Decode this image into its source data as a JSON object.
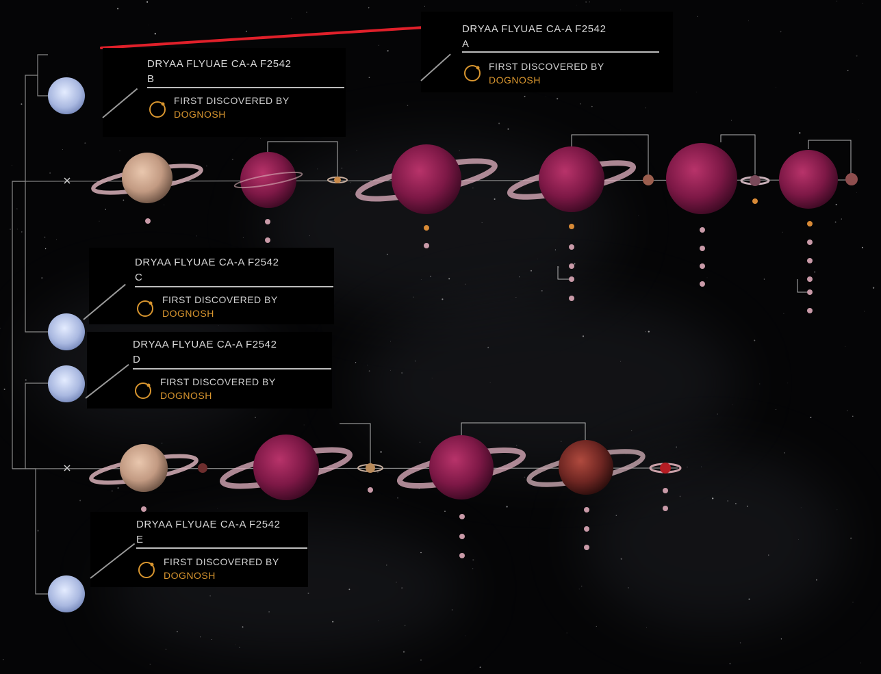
{
  "colors": {
    "background": "#050506",
    "star": "#b9c6e8",
    "label_text": "#d9d9d9",
    "commander": "#d9962f",
    "annotation_line": "#e0202a",
    "tree_line": "#8a8a8a",
    "gas_giant_class_iv": "#8a1f4a",
    "gas_giant_class_i": "#c9a08a"
  },
  "icons": {
    "discovery": "orbit-ring-icon",
    "star": "star-icon"
  },
  "labels": [
    {
      "id": "A",
      "name": "DRYAA FLYUAE CA-A F2542",
      "suffix": "A",
      "discovered_label": "FIRST DISCOVERED BY",
      "commander": "DOGNOSH"
    },
    {
      "id": "B",
      "name": "DRYAA FLYUAE CA-A F2542",
      "suffix": "B",
      "discovered_label": "FIRST DISCOVERED BY",
      "commander": "DOGNOSH"
    },
    {
      "id": "C",
      "name": "DRYAA FLYUAE CA-A F2542",
      "suffix": "C",
      "discovered_label": "FIRST DISCOVERED BY",
      "commander": "DOGNOSH"
    },
    {
      "id": "D",
      "name": "DRYAA FLYUAE CA-A F2542",
      "suffix": "D",
      "discovered_label": "FIRST DISCOVERED BY",
      "commander": "DOGNOSH"
    },
    {
      "id": "E",
      "name": "DRYAA FLYUAE CA-A F2542",
      "suffix": "E",
      "discovered_label": "FIRST DISCOVERED BY",
      "commander": "DOGNOSH"
    }
  ],
  "stars": [
    {
      "id": "B",
      "class": "white-dwarf"
    },
    {
      "id": "C",
      "class": "white-dwarf"
    },
    {
      "id": "D",
      "class": "white-dwarf"
    },
    {
      "id": "E",
      "class": "white-dwarf"
    }
  ],
  "orbit_rows": [
    {
      "id": "upper",
      "bodies": [
        "class-i-ringed",
        "class-iv",
        "small-ringed",
        "class-iv-ringed",
        "class-iv-ringed",
        "moon",
        "class-iv",
        "small-ringed",
        "class-iv",
        "moon"
      ]
    },
    {
      "id": "lower",
      "bodies": [
        "class-i-ringed",
        "moon",
        "class-iv-ringed",
        "small-ringed",
        "class-iv-ringed",
        "class-iv-brown-ringed",
        "small-red-ringed"
      ]
    }
  ]
}
